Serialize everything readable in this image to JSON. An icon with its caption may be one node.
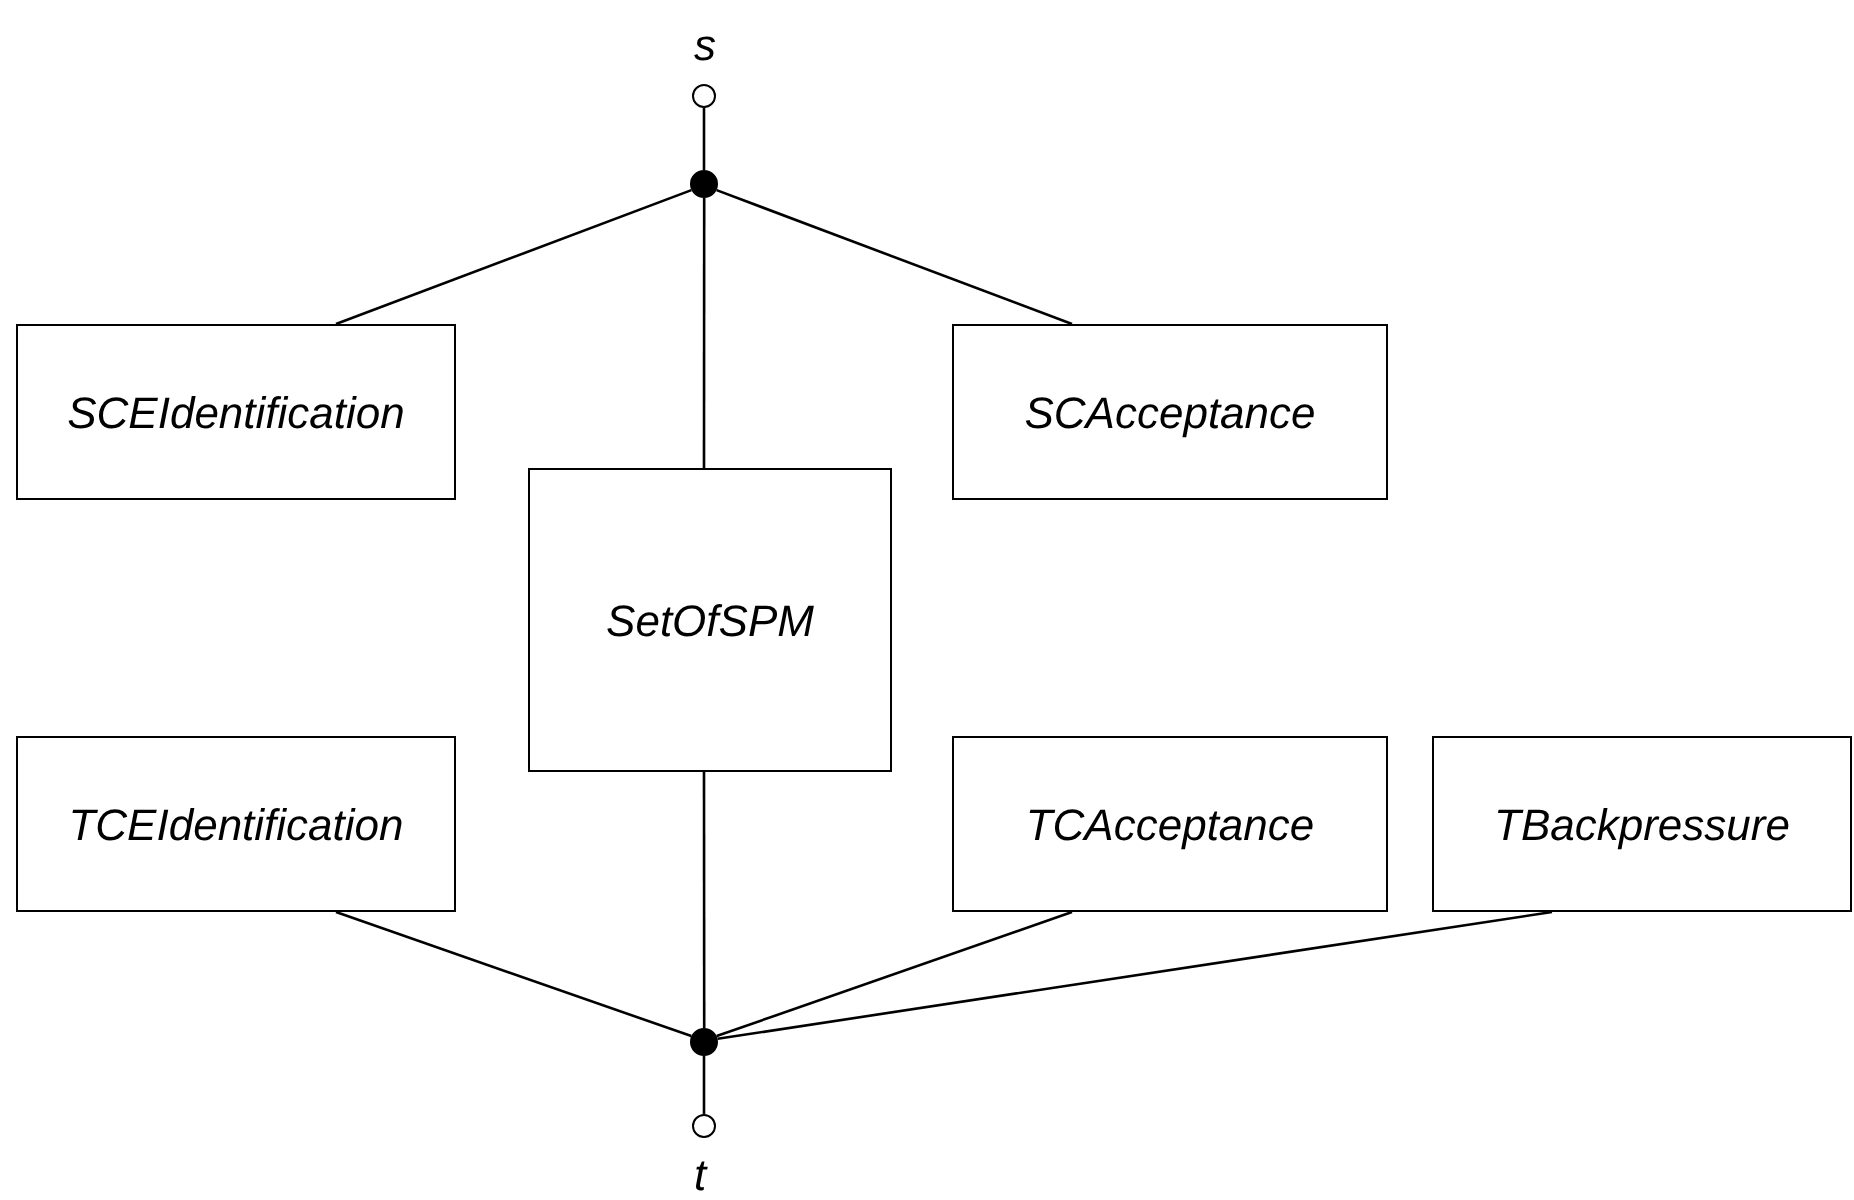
{
  "diagram": {
    "nodes": [
      {
        "text": [],
        "shape": "circle",
        "beside": [
          "s"
        ]
      },
      {
        "text": [],
        "shape": "dot"
      },
      {
        "text": [
          "SCEIdentification"
        ]
      },
      {
        "text": [
          "SCAcceptance"
        ]
      },
      {
        "text": [
          "SetOfSPM"
        ]
      },
      {
        "text": [
          "TCEIdentification"
        ]
      },
      {
        "text": [
          "TCAcceptance"
        ]
      },
      {
        "text": [
          "TBackpressure"
        ]
      },
      {
        "text": [],
        "shape": "dot"
      },
      {
        "text": [],
        "shape": "circle",
        "beside": [
          "t"
        ]
      }
    ],
    "edges": [
      {
        "from": 0,
        "to": 1,
        "arrow": "none"
      },
      {
        "from": 1,
        "to": 2,
        "arrow": "none"
      },
      {
        "from": 1,
        "to": 3,
        "arrow": "none"
      },
      {
        "from": 1,
        "to": 4,
        "arrow": "none"
      },
      {
        "from": 5,
        "to": 8,
        "arrow": "none"
      },
      {
        "from": 4,
        "to": 8,
        "arrow": "none"
      },
      {
        "from": 6,
        "to": 8,
        "arrow": "none"
      },
      {
        "from": 7,
        "to": 8,
        "arrow": "none"
      },
      {
        "from": 8,
        "to": 9,
        "arrow": "none"
      }
    ]
  }
}
